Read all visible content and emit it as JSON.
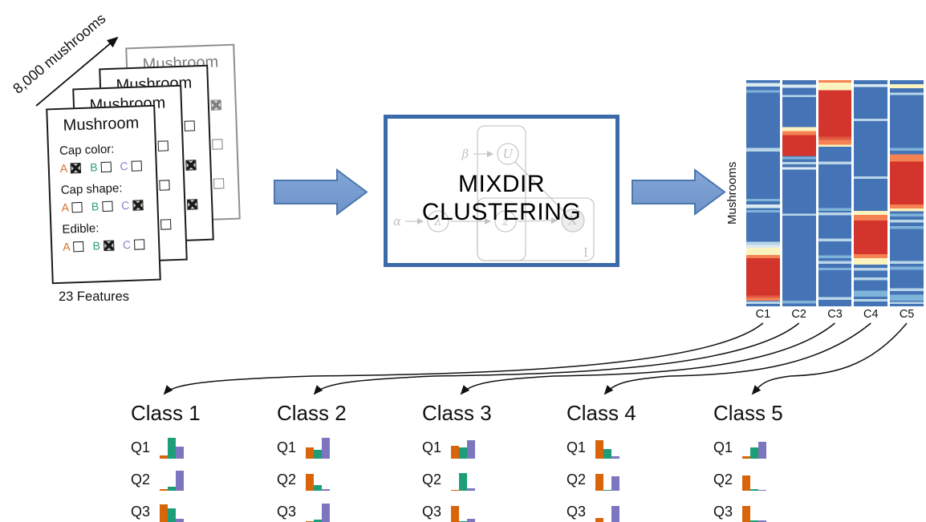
{
  "stack": {
    "arrow_label": "8,000 mushrooms",
    "features_label": "23 Features",
    "card_title": "Mushroom",
    "letter_colors": {
      "A": "#d9712e",
      "B": "#2e9e7d",
      "C": "#8b84ce"
    },
    "cards": [
      {
        "gray": true,
        "questions": [
          {
            "label": "Cap color:",
            "options": [
              {
                "letter": "A",
                "checked": false
              },
              {
                "letter": "B",
                "checked": false
              },
              {
                "letter": "C",
                "checked": true
              }
            ]
          },
          {
            "label": "Cap shape:",
            "options": [
              {
                "letter": "A",
                "checked": true
              },
              {
                "letter": "B",
                "checked": false
              },
              {
                "letter": "C",
                "checked": false
              }
            ]
          },
          {
            "label": "Edible:",
            "options": [
              {
                "letter": "A",
                "checked": false
              },
              {
                "letter": "B",
                "checked": true
              },
              {
                "letter": "C",
                "checked": false
              }
            ]
          }
        ]
      },
      {
        "gray": false,
        "questions": [
          {
            "label": "Cap color:",
            "options": [
              {
                "letter": "A",
                "checked": false
              },
              {
                "letter": "B",
                "checked": true
              },
              {
                "letter": "C",
                "checked": false
              }
            ]
          },
          {
            "label": "Cap shape:",
            "options": [
              {
                "letter": "A",
                "checked": false
              },
              {
                "letter": "B",
                "checked": false
              },
              {
                "letter": "C",
                "checked": true
              }
            ]
          },
          {
            "label": "Edible:",
            "options": [
              {
                "letter": "A",
                "checked": false
              },
              {
                "letter": "B",
                "checked": false
              },
              {
                "letter": "C",
                "checked": true
              }
            ]
          }
        ]
      },
      {
        "gray": false,
        "questions": [
          {
            "label": "Cap color:",
            "options": [
              {
                "letter": "A",
                "checked": true
              },
              {
                "letter": "B",
                "checked": false
              },
              {
                "letter": "C",
                "checked": false
              }
            ]
          },
          {
            "label": "Cap shape:",
            "options": [
              {
                "letter": "A",
                "checked": false
              },
              {
                "letter": "B",
                "checked": true
              },
              {
                "letter": "C",
                "checked": false
              }
            ]
          },
          {
            "label": "Edible:",
            "options": [
              {
                "letter": "A",
                "checked": true
              },
              {
                "letter": "B",
                "checked": false
              },
              {
                "letter": "C",
                "checked": false
              }
            ]
          }
        ]
      },
      {
        "gray": false,
        "questions": [
          {
            "label": "Cap color:",
            "options": [
              {
                "letter": "A",
                "checked": true
              },
              {
                "letter": "B",
                "checked": false
              },
              {
                "letter": "C",
                "checked": false
              }
            ]
          },
          {
            "label": "Cap shape:",
            "options": [
              {
                "letter": "A",
                "checked": false
              },
              {
                "letter": "B",
                "checked": false
              },
              {
                "letter": "C",
                "checked": true
              }
            ]
          },
          {
            "label": "Edible:",
            "options": [
              {
                "letter": "A",
                "checked": false
              },
              {
                "letter": "B",
                "checked": true
              },
              {
                "letter": "C",
                "checked": false
              }
            ]
          }
        ]
      }
    ]
  },
  "flow": {
    "arrow_color": "#7b9dd3",
    "arrow_border": "#4b77ad"
  },
  "mixdir": {
    "title_line1": "MIXDIR",
    "title_line2": "CLUSTERING",
    "border_color": "#3a6aa9",
    "model": {
      "alpha": "α",
      "beta": "β",
      "lambda": "λ",
      "z": "z",
      "u": "U",
      "x": "X",
      "plate": "I"
    }
  },
  "chart_data": {
    "type": "heatmap",
    "title": "",
    "ylabel": "Mushrooms",
    "xlabel": "",
    "note": "cluster-assignment probability heatmap, 5 columns; bands listed as [startFrac,endFrac,colorKey] over blue base",
    "colors": {
      "base": "#4574b6",
      "red": "#d3342b",
      "redlight": "#df5a41",
      "orange": "#f58252",
      "cream": "#fbf3bd",
      "lightblue": "#7fb4da",
      "pale": "#b9d6e8",
      "light": "#dcebf2"
    },
    "columns": [
      {
        "label": "C1",
        "bands": [
          [
            0.013,
            0.028,
            "light"
          ],
          [
            0.045,
            0.055,
            "lightblue"
          ],
          [
            0.3,
            0.315,
            "pale"
          ],
          [
            0.525,
            0.535,
            "lightblue"
          ],
          [
            0.55,
            0.565,
            "light"
          ],
          [
            0.575,
            0.585,
            "lightblue"
          ],
          [
            0.715,
            0.728,
            "pale"
          ],
          [
            0.728,
            0.741,
            "light"
          ],
          [
            0.741,
            0.773,
            "cream"
          ],
          [
            0.773,
            0.788,
            "orange"
          ],
          [
            0.788,
            0.952,
            "red"
          ],
          [
            0.952,
            0.962,
            "redlight"
          ],
          [
            0.962,
            0.975,
            "orange"
          ],
          [
            0.978,
            0.99,
            "pale"
          ]
        ]
      },
      {
        "label": "C2",
        "bands": [
          [
            0.02,
            0.033,
            "light"
          ],
          [
            0.065,
            0.075,
            "pale"
          ],
          [
            0.208,
            0.225,
            "cream"
          ],
          [
            0.225,
            0.243,
            "orange"
          ],
          [
            0.243,
            0.335,
            "red"
          ],
          [
            0.338,
            0.35,
            "lightblue"
          ],
          [
            0.362,
            0.372,
            "pale"
          ],
          [
            0.385,
            0.395,
            "light"
          ],
          [
            0.59,
            0.6,
            "pale"
          ],
          [
            0.975,
            0.988,
            "lightblue"
          ]
        ]
      },
      {
        "label": "C3",
        "bands": [
          [
            0.0,
            0.01,
            "orange"
          ],
          [
            0.01,
            0.045,
            "cream"
          ],
          [
            0.045,
            0.25,
            "red"
          ],
          [
            0.25,
            0.265,
            "redlight"
          ],
          [
            0.265,
            0.285,
            "orange"
          ],
          [
            0.285,
            0.295,
            "cream"
          ],
          [
            0.36,
            0.372,
            "pale"
          ],
          [
            0.565,
            0.578,
            "lightblue"
          ],
          [
            0.585,
            0.598,
            "pale"
          ],
          [
            0.7,
            0.712,
            "pale"
          ],
          [
            0.775,
            0.788,
            "lightblue"
          ],
          [
            0.8,
            0.812,
            "pale"
          ],
          [
            0.83,
            0.84,
            "lightblue"
          ],
          [
            0.96,
            0.972,
            "pale"
          ]
        ]
      },
      {
        "label": "C4",
        "bands": [
          [
            0.018,
            0.03,
            "light"
          ],
          [
            0.17,
            0.18,
            "pale"
          ],
          [
            0.425,
            0.437,
            "pale"
          ],
          [
            0.578,
            0.595,
            "cream"
          ],
          [
            0.595,
            0.62,
            "orange"
          ],
          [
            0.62,
            0.77,
            "red"
          ],
          [
            0.77,
            0.787,
            "orange"
          ],
          [
            0.787,
            0.815,
            "cream"
          ],
          [
            0.83,
            0.842,
            "pale"
          ],
          [
            0.872,
            0.884,
            "pale"
          ],
          [
            0.93,
            0.958,
            "lightblue"
          ],
          [
            0.968,
            0.978,
            "pale"
          ]
        ]
      },
      {
        "label": "C5",
        "bands": [
          [
            0.018,
            0.035,
            "cream"
          ],
          [
            0.055,
            0.065,
            "pale"
          ],
          [
            0.3,
            0.312,
            "lightblue"
          ],
          [
            0.328,
            0.36,
            "orange"
          ],
          [
            0.36,
            0.55,
            "red"
          ],
          [
            0.55,
            0.567,
            "orange"
          ],
          [
            0.567,
            0.58,
            "cream"
          ],
          [
            0.59,
            0.602,
            "lightblue"
          ],
          [
            0.617,
            0.63,
            "pale"
          ],
          [
            0.645,
            0.657,
            "lightblue"
          ],
          [
            0.8,
            0.812,
            "pale"
          ],
          [
            0.825,
            0.838,
            "lightblue"
          ],
          [
            0.92,
            0.932,
            "pale"
          ],
          [
            0.948,
            0.975,
            "lightblue"
          ],
          [
            0.98,
            0.99,
            "pale"
          ]
        ]
      }
    ],
    "class_charts": {
      "type": "bar",
      "bar_colors": [
        "#d9650a",
        "#1d9e78",
        "#7b76bd"
      ],
      "row_labels": [
        "Q1",
        "Q2",
        "Q3"
      ],
      "classes": [
        {
          "name": "Class 1",
          "rows": [
            {
              "label": "Q1",
              "values": [
                0.15,
                0.95,
                0.55
              ]
            },
            {
              "label": "Q2",
              "values": [
                0.07,
                0.17,
                0.93
              ]
            },
            {
              "label": "Q3",
              "values": [
                0.85,
                0.65,
                0.18
              ]
            }
          ]
        },
        {
          "name": "Class 2",
          "rows": [
            {
              "label": "Q1",
              "values": [
                0.5,
                0.42,
                0.95
              ]
            },
            {
              "label": "Q2",
              "values": [
                0.78,
                0.25,
                0.07
              ]
            },
            {
              "label": "Q3",
              "values": [
                0.06,
                0.15,
                0.9
              ]
            }
          ]
        },
        {
          "name": "Class 3",
          "rows": [
            {
              "label": "Q1",
              "values": [
                0.6,
                0.5,
                0.85
              ]
            },
            {
              "label": "Q2",
              "values": [
                0.05,
                0.8,
                0.12
              ]
            },
            {
              "label": "Q3",
              "values": [
                0.78,
                0.08,
                0.2
              ]
            }
          ]
        },
        {
          "name": "Class 4",
          "rows": [
            {
              "label": "Q1",
              "values": [
                0.85,
                0.45,
                0.12
              ]
            },
            {
              "label": "Q2",
              "values": [
                0.78,
                0.05,
                0.65
              ]
            },
            {
              "label": "Q3",
              "values": [
                0.22,
                0.05,
                0.78
              ]
            }
          ]
        },
        {
          "name": "Class 5",
          "rows": [
            {
              "label": "Q1",
              "values": [
                0.12,
                0.5,
                0.78
              ]
            },
            {
              "label": "Q2",
              "values": [
                0.72,
                0.07,
                0.05
              ]
            },
            {
              "label": "Q3",
              "values": [
                0.78,
                0.1,
                0.1
              ]
            }
          ]
        }
      ]
    }
  }
}
